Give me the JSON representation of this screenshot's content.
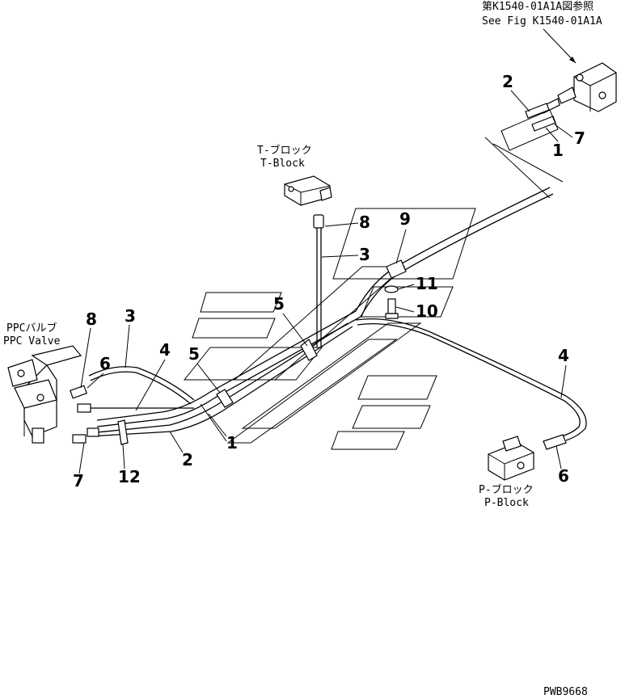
{
  "reference": {
    "jp": "第K1540-01A1A図参照",
    "en": "See Fig K1540-01A1A"
  },
  "components": {
    "t_block": {
      "jp": "T-ブロック",
      "en": "T-Block"
    },
    "ppc_valve": {
      "jp": "PPCバルブ",
      "en": "PPC Valve"
    },
    "p_block": {
      "jp": "P-ブロック",
      "en": "P-Block"
    }
  },
  "callouts": {
    "c1": "2",
    "c2": "7",
    "c3": "1",
    "c4": "8",
    "c5": "3",
    "c6": "9",
    "c7": "11",
    "c8": "10",
    "c9": "5",
    "c10": "8",
    "c11": "3",
    "c12": "4",
    "c13": "5",
    "c14": "6",
    "c15": "1",
    "c16": "2",
    "c17": "7",
    "c18": "12",
    "c19": "4",
    "c20": "6"
  },
  "drawing_code": "PWB9668"
}
